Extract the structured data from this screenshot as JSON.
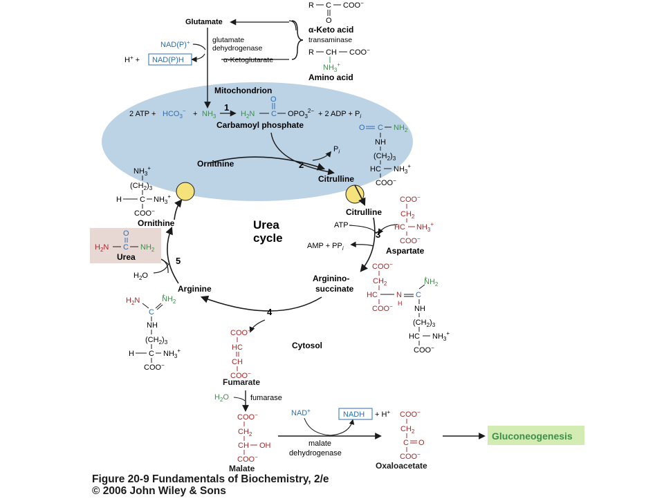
{
  "colors": {
    "mito_fill": "#bcd3e6",
    "black": "#1a1a1a",
    "blue": "#2e6db0",
    "green": "#3d8f4a",
    "red": "#a8282b",
    "urea_box": "#e8d8d4",
    "gluco_box": "#d3ecb4",
    "transporter": "#f6e27a"
  },
  "transamination": {
    "glutamate": "Glutamate",
    "keto_acid_formula_r": "R",
    "keto_acid_formula_c": "C",
    "keto_acid_formula_coo": "COO",
    "keto_acid_formula_o": "O",
    "keto_acid_label": "α-Keto acid",
    "transaminase": "transaminase",
    "amino_acid_r": "R",
    "amino_acid_ch": "CH",
    "amino_acid_coo": "COO",
    "amino_acid_nh3": "NH",
    "amino_acid_label": "Amino acid",
    "nadp_plus": "NAD(P)",
    "gdh_line1": "glutamate",
    "gdh_line2": "dehydrogenase",
    "h_plus": "H",
    "nadph": "NAD(P)H",
    "alpha_kg": "α-Ketoglutarate"
  },
  "mitochondrion": {
    "label": "Mitochondrion",
    "step1": "1",
    "atp_left": "2 ATP +",
    "hco3": "HCO",
    "plus1": "+",
    "nh3": "NH",
    "h2n": "H",
    "cp_c": "C",
    "cp_o": "O",
    "cp_opo3": "OPO",
    "adp_right": "+ 2 ADP + P",
    "carbamoyl_phosphate": "Carbamoyl phosphate",
    "pi": "P",
    "step2": "2",
    "ornithine": "Ornithine",
    "citrulline": "Citrulline"
  },
  "citrulline_structure": {
    "o_eq": "O",
    "c": "C",
    "nh2": "NH",
    "nh": "NH",
    "ch2_3": "(CH",
    "hc": "HC",
    "nh3": "NH",
    "coo": "COO"
  },
  "cycle": {
    "title_line1": "Urea",
    "title_line2": "cycle",
    "citrulline_cytosol": "Citrulline",
    "atp": "ATP",
    "amp_ppi": "AMP + PP",
    "step3": "3",
    "aspartate": "Aspartate",
    "argininosuccinate_line1": "Arginino-",
    "argininosuccinate_line2": "succinate",
    "step4": "4",
    "arginine": "Arginine",
    "step5": "5",
    "h2o": "H",
    "urea": "Urea",
    "ornithine_cytosol": "Ornithine",
    "cytosol": "Cytosol"
  },
  "ornithine_structure": {
    "nh3": "NH",
    "ch2_3": "(CH",
    "h": "H",
    "c": "C",
    "nh3_b": "NH",
    "coo": "COO"
  },
  "urea_structure": {
    "o": "O",
    "h2n": "H",
    "c": "C",
    "nh2": "NH"
  },
  "aspartate_structure": {
    "coo_top": "COO",
    "ch2": "CH",
    "hc": "HC",
    "nh3": "NH",
    "coo_bottom": "COO"
  },
  "argininosuccinate_structure": {
    "coo_top": "COO",
    "ch2": "CH",
    "hc": "HC",
    "h": "H",
    "n": "N",
    "c": "C",
    "nh2_plus": "NH",
    "nh": "NH",
    "ch2_3": "(CH",
    "hc2": "HC",
    "nh3": "NH",
    "coo_b1": "COO",
    "coo_b2": "COO"
  },
  "arginine_structure": {
    "h2n": "H",
    "nh2_plus": "NH",
    "c": "C",
    "nh": "NH",
    "ch2_3": "(CH",
    "h": "H",
    "c2": "C",
    "nh3": "NH",
    "coo": "COO"
  },
  "fumarate_structure": {
    "coo_top": "COO",
    "hc": "HC",
    "ch": "CH",
    "coo_bottom": "COO",
    "label": "Fumarate"
  },
  "fumarase": {
    "h2o": "H",
    "label": "fumarase"
  },
  "malate_structure": {
    "coo_top": "COO",
    "ch2": "CH",
    "ch": "CH",
    "oh": "OH",
    "coo_bottom": "COO",
    "label": "Malate"
  },
  "malate_dh": {
    "nad_plus": "NAD",
    "nadh": "NADH",
    "h_plus": "+ H",
    "line1": "malate",
    "line2": "dehydrogenase"
  },
  "oxaloacetate_structure": {
    "coo_top": "COO",
    "ch2": "CH",
    "c": "C",
    "o": "O",
    "coo_bottom": "COO",
    "label": "Oxaloacetate"
  },
  "gluconeogenesis": "Gluconeogenesis",
  "caption": {
    "line1": "Figure 20-9  Fundamentals of Biochemistry, 2/e",
    "line2": "© 2006 John Wiley & Sons"
  }
}
